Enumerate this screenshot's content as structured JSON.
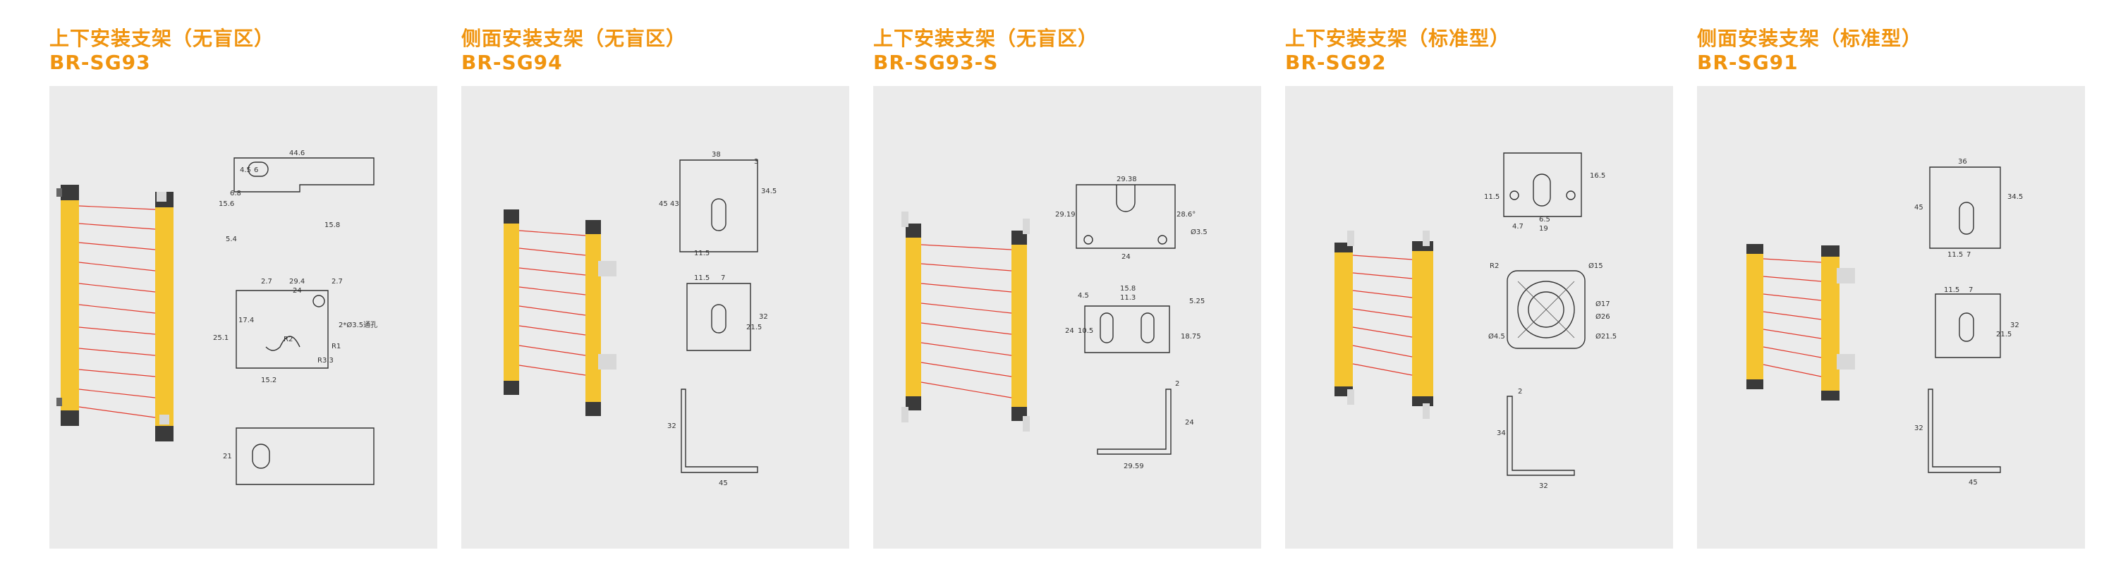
{
  "brand_color": "#f0940f",
  "panel_color": "#ebebeb",
  "products": [
    {
      "title": "上下安装支架（无盲区）",
      "model": "BR-SG93",
      "dims": {
        "top_width": "44.6",
        "t1": "4.5",
        "t2": "6",
        "t3": "6.8",
        "t4": "15.6",
        "t5": "15.8",
        "t6": "5.4",
        "mid_a": "2.7",
        "mid_w": "29.4",
        "mid_b": "24",
        "mid_c": "2.7",
        "mid_h": "25.1",
        "mid_d": "17.4",
        "r2": "R2",
        "r1": "R1",
        "r33": "R3.3",
        "hole": "2*Ø3.5通孔",
        "mid_bottom": "15.2",
        "bot_h": "21"
      }
    },
    {
      "title": "侧面安装支架（无盲区）",
      "model": "BR-SG94",
      "dims": {
        "w": "38",
        "h1": "45",
        "h2": "43",
        "side": "34.5",
        "b1": "11.5",
        "b2": "3",
        "m1": "11.5",
        "m2": "7",
        "mh": "32",
        "ms": "21.5",
        "lh": "32",
        "lw": "45"
      }
    },
    {
      "title": "上下安装支架（无盲区）",
      "model": "BR-SG93-S",
      "dims": {
        "w": "29.38",
        "lh": "29.19",
        "r": "28.6°",
        "hole": "Ø3.5",
        "b": "24",
        "m1": "4.5",
        "m2": "15.8",
        "m3": "11.3",
        "mh": "24",
        "m4": "10.5",
        "m5": "5.25",
        "m6": "18.75",
        "lh2": "2",
        "lv": "24",
        "lw": "29.59"
      }
    },
    {
      "title": "上下安装支架（标准型）",
      "model": "BR-SG92",
      "dims": {
        "h": "16.5",
        "l": "11.5",
        "a": "6.5",
        "b": "4.7",
        "c": "19",
        "r": "R2",
        "d1": "Ø15",
        "d2": "Ø17",
        "d3": "Ø26",
        "d4": "Ø4.5",
        "d5": "Ø21.5",
        "t": "2",
        "lv": "34",
        "lw": "32"
      }
    },
    {
      "title": "侧面安装支架（标准型）",
      "model": "BR-SG91",
      "dims": {
        "w": "36",
        "h": "45",
        "side": "34.5",
        "b1": "11.5",
        "b2": "7",
        "m1": "11.5",
        "m2": "7",
        "mh": "32",
        "ms": "21.5",
        "lh": "32",
        "lw": "45"
      }
    }
  ]
}
